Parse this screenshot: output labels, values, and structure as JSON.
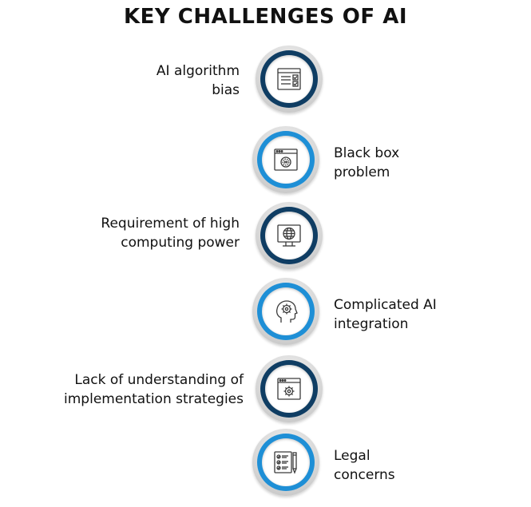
{
  "title": "KEY CHALLENGES OF AI",
  "colors": {
    "dark_band": "#0f3d63",
    "light_band": "#1e8fd6",
    "icon_stroke": "#3a3a3a"
  },
  "items": [
    {
      "lines": [
        "AI algorithm",
        "bias"
      ],
      "side": "left",
      "band": "dark",
      "icon": "checklist-icon"
    },
    {
      "lines": [
        "Black box",
        "problem"
      ],
      "side": "right",
      "band": "light",
      "icon": "black-box-window-icon"
    },
    {
      "lines": [
        "Requirement of high",
        "computing power"
      ],
      "side": "left",
      "band": "dark",
      "icon": "globe-monitor-icon"
    },
    {
      "lines": [
        "Complicated AI",
        "integration"
      ],
      "side": "right",
      "band": "light",
      "icon": "head-gear-icon"
    },
    {
      "lines": [
        "Lack of understanding of",
        "implementation strategies"
      ],
      "side": "left",
      "band": "dark",
      "icon": "window-gear-icon"
    },
    {
      "lines": [
        "Legal",
        "concerns"
      ],
      "side": "right",
      "band": "light",
      "icon": "checklist-pen-icon"
    }
  ]
}
